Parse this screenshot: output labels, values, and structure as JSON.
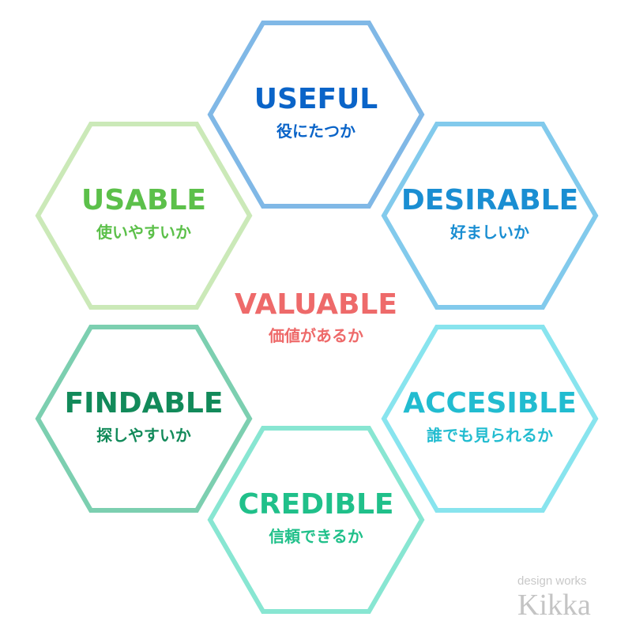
{
  "center": {
    "title": "VALUABLE",
    "subtitle": "価値があるか",
    "color": "#ee6a6a"
  },
  "hexagons": [
    {
      "title": "USEFUL",
      "subtitle": "役にたつか",
      "stroke": "#80b8e6",
      "color": "#0a64c8"
    },
    {
      "title": "USABLE",
      "subtitle": "使いやすいか",
      "stroke": "#cbe9b8",
      "color": "#5cc04a"
    },
    {
      "title": "DESIRABLE",
      "subtitle": "好ましいか",
      "stroke": "#82caec",
      "color": "#1a8ed2"
    },
    {
      "title": "FINDABLE",
      "subtitle": "探しやすいか",
      "stroke": "#7ccfb0",
      "color": "#128a5a"
    },
    {
      "title": "ACCESIBLE",
      "subtitle": "誰でも見られるか",
      "stroke": "#88e4ee",
      "color": "#22bcd0"
    },
    {
      "title": "CREDIBLE",
      "subtitle": "信頼できるか",
      "stroke": "#88e6d2",
      "color": "#20c08a"
    }
  ],
  "watermark": {
    "line1": "design works",
    "line2": "Kikka"
  }
}
